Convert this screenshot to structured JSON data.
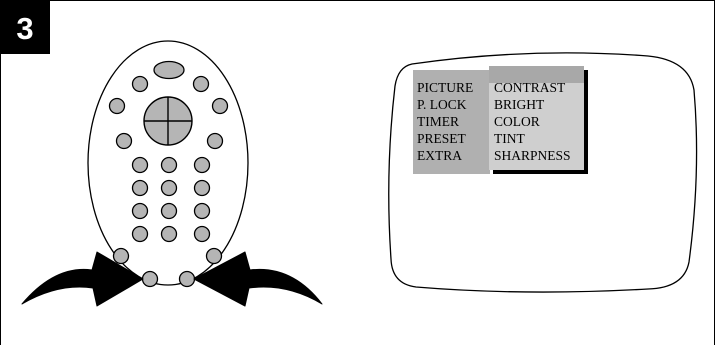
{
  "step": {
    "number": "3"
  },
  "remote": {
    "number_key_rows": 4,
    "number_key_cols": 3
  },
  "tv_menu": {
    "left_column": [
      "PICTURE",
      "P. LOCK",
      "TIMER",
      "PRESET",
      "EXTRA"
    ],
    "right_column": [
      "CONTRAST",
      "BRIGHT",
      "COLOR",
      "TINT",
      "SHARPNESS"
    ],
    "selected_index": 0
  },
  "colors": {
    "button_fill": "#b5b5b5",
    "menu_left_bg": "#b0b0b0",
    "menu_right_bg": "#cfcfcf",
    "menu_selected_bg": "#a8a8a8",
    "menu_shadow": "#000000",
    "step_badge": "#000000"
  }
}
